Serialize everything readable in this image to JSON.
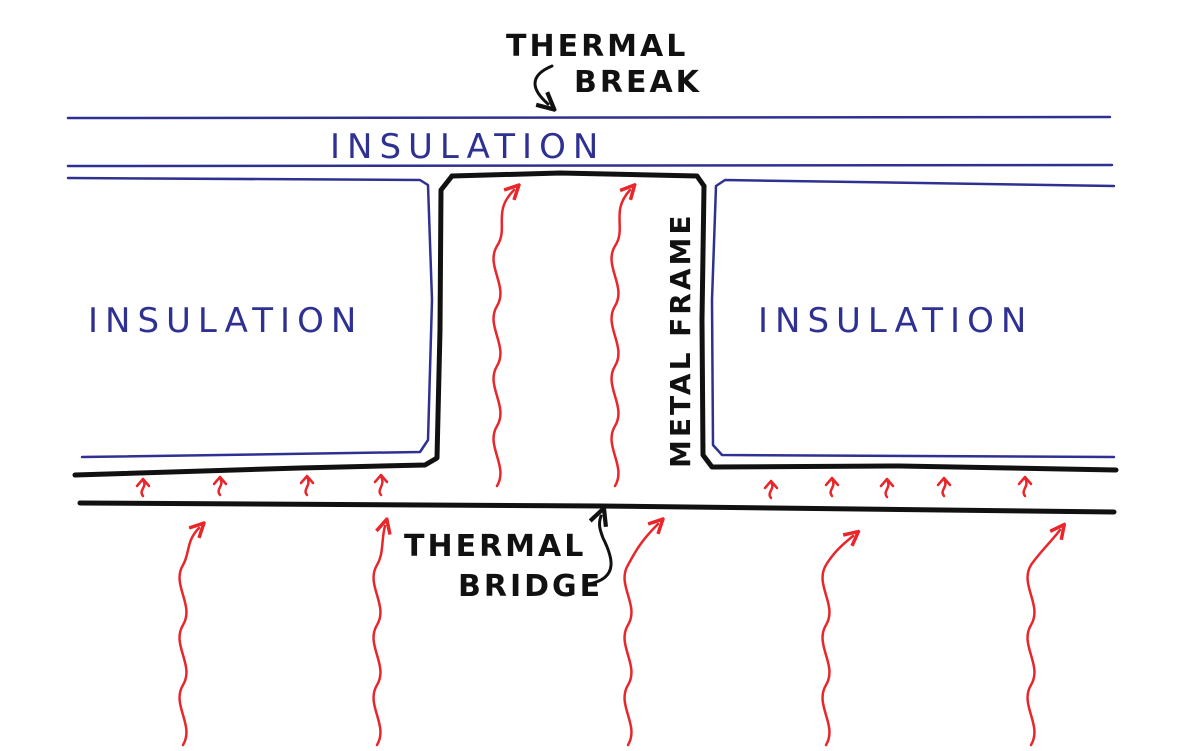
{
  "labels": {
    "thermal_break_line1": "THERMAL",
    "thermal_break_line2": "BREAK",
    "insulation_top": "INSULATION",
    "insulation_left": "INSULATION",
    "insulation_right": "INSULATION",
    "metal_frame": "METAL FRAME",
    "thermal_bridge_line1": "THERMAL",
    "thermal_bridge_line2": "BRIDGE"
  },
  "colors": {
    "insulation": "#2e3191",
    "frame": "#111111",
    "heat": "#e8262b"
  }
}
